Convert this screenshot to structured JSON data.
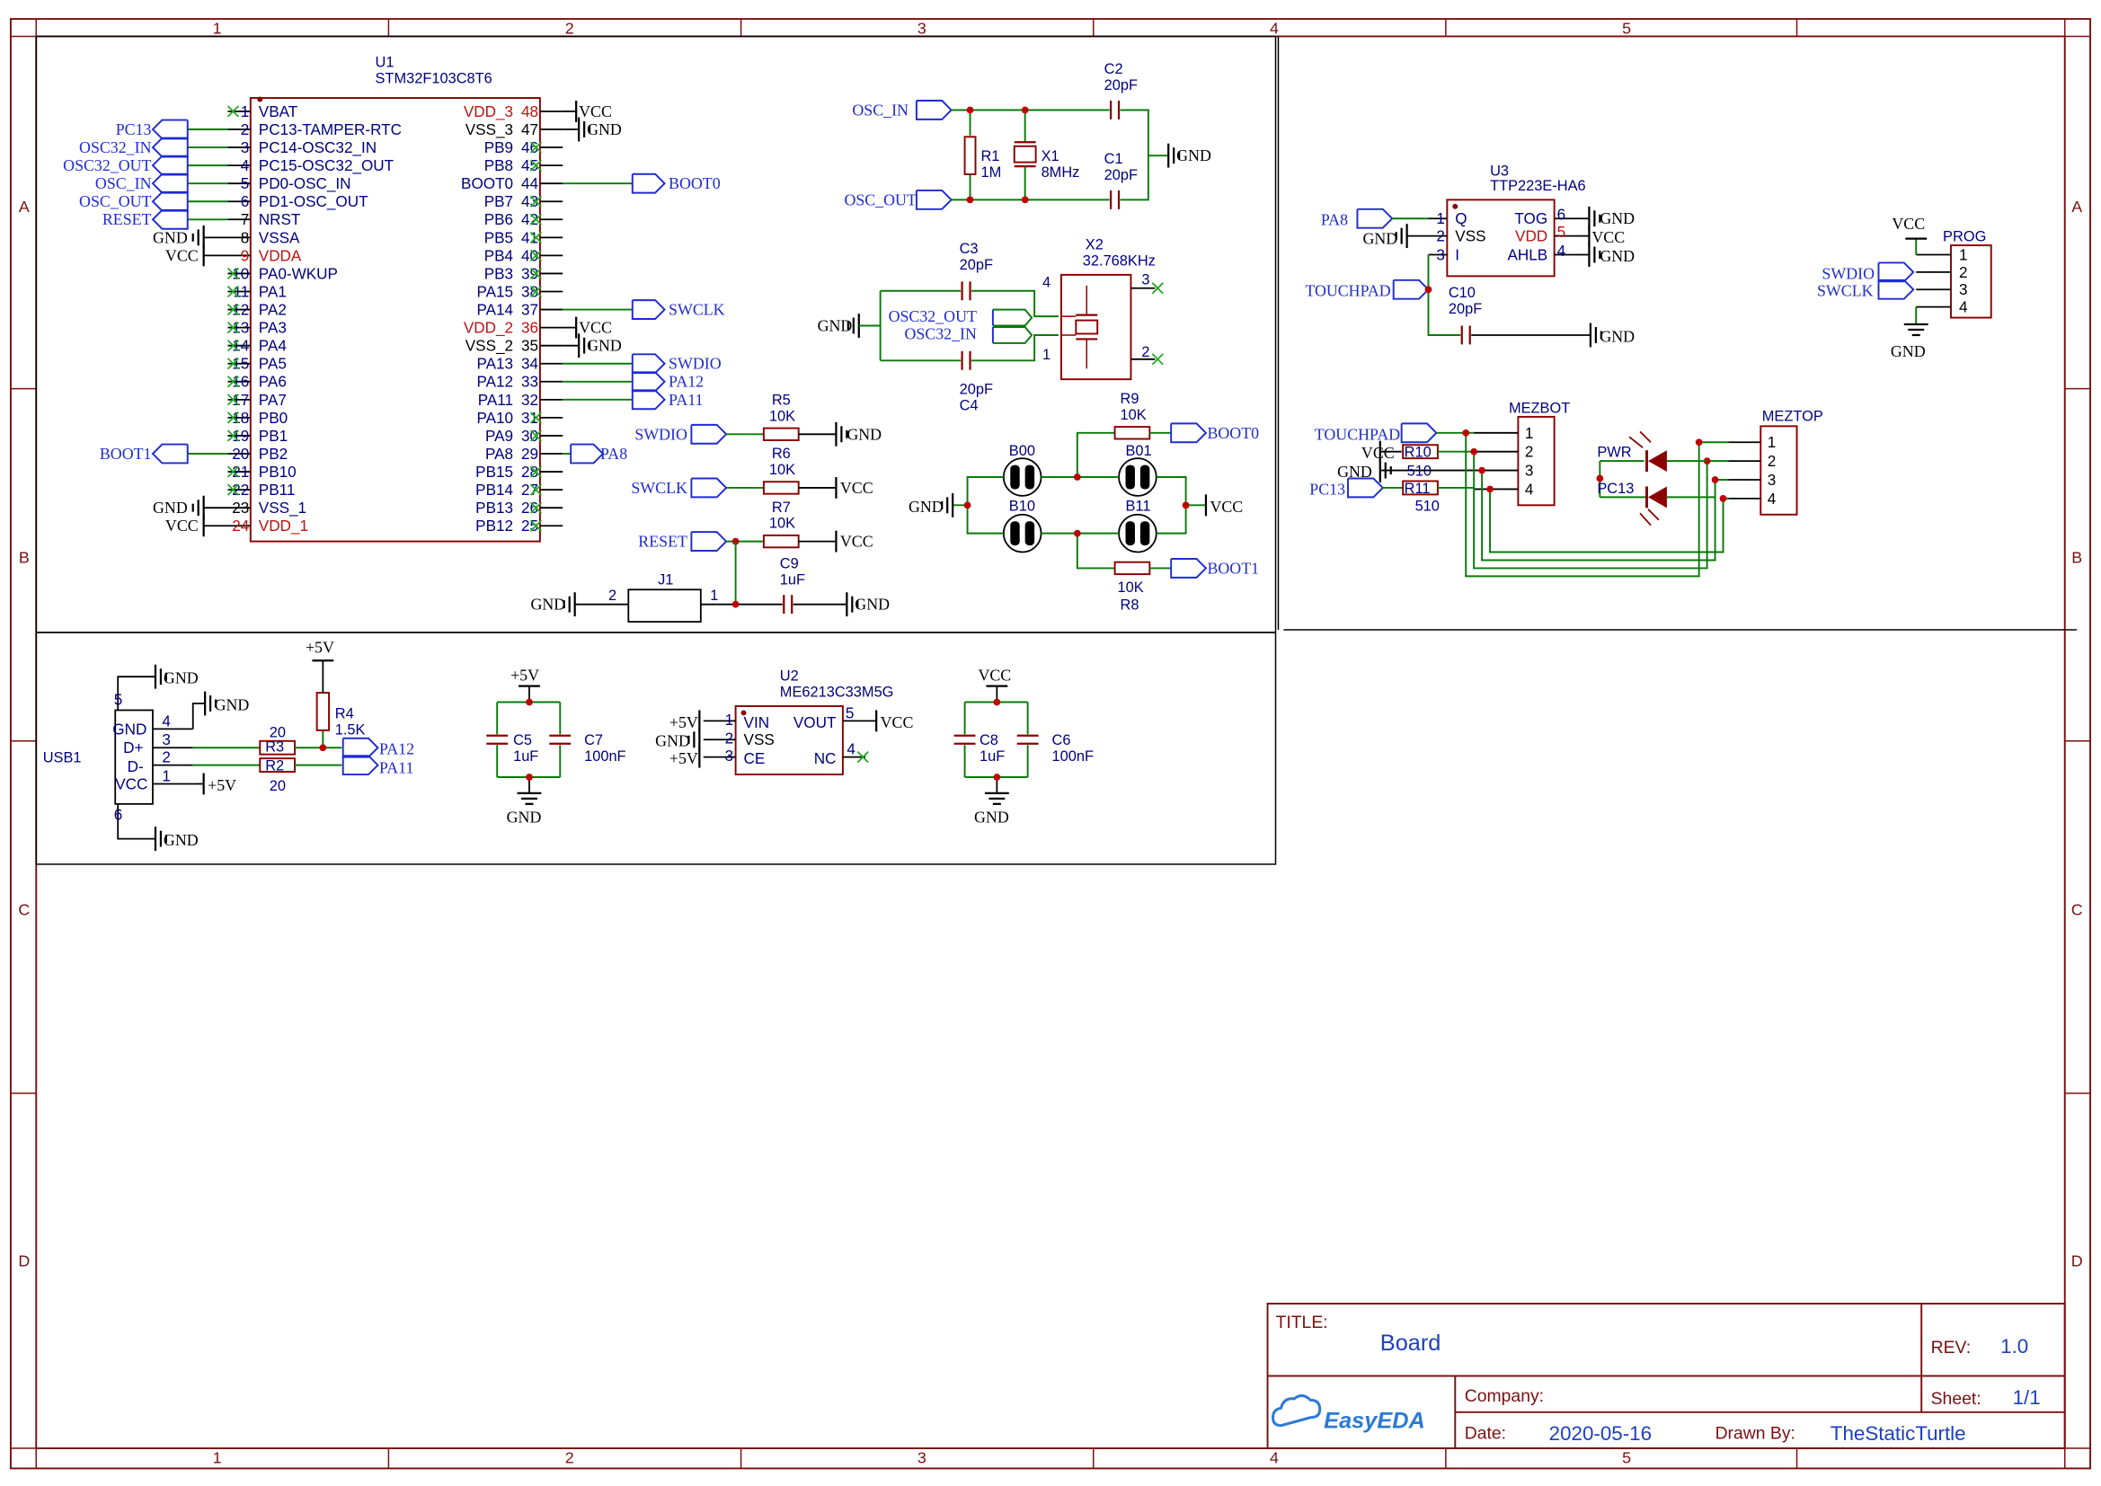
{
  "colors": {
    "frame": "#7a1010",
    "wire": "#0a7a0a",
    "net": "#1f2bd0",
    "pin": "#c01010",
    "comp": "#8b0000",
    "sym": "#000000",
    "pinnum": "#000080"
  },
  "ruler": {
    "cols": [
      "1",
      "2",
      "3",
      "4",
      "5"
    ],
    "rows": [
      "A",
      "B",
      "C",
      "D"
    ]
  },
  "u1": {
    "ref": "U1",
    "part": "STM32F103C8T6",
    "left_pins": [
      {
        "num": "1",
        "name": "VBAT"
      },
      {
        "num": "2",
        "name": "PC13-TAMPER-RTC"
      },
      {
        "num": "3",
        "name": "PC14-OSC32_IN"
      },
      {
        "num": "4",
        "name": "PC15-OSC32_OUT"
      },
      {
        "num": "5",
        "name": "PD0-OSC_IN"
      },
      {
        "num": "6",
        "name": "PD1-OSC_OUT"
      },
      {
        "num": "7",
        "name": "NRST"
      },
      {
        "num": "8",
        "name": "VSSA"
      },
      {
        "num": "9",
        "name": "VDDA"
      },
      {
        "num": "10",
        "name": "PA0-WKUP"
      },
      {
        "num": "11",
        "name": "PA1"
      },
      {
        "num": "12",
        "name": "PA2"
      },
      {
        "num": "13",
        "name": "PA3"
      },
      {
        "num": "14",
        "name": "PA4"
      },
      {
        "num": "15",
        "name": "PA5"
      },
      {
        "num": "16",
        "name": "PA6"
      },
      {
        "num": "17",
        "name": "PA7"
      },
      {
        "num": "18",
        "name": "PB0"
      },
      {
        "num": "19",
        "name": "PB1"
      },
      {
        "num": "20",
        "name": "PB2"
      },
      {
        "num": "21",
        "name": "PB10"
      },
      {
        "num": "22",
        "name": "PB11"
      },
      {
        "num": "23",
        "name": "VSS_1"
      },
      {
        "num": "24",
        "name": "VDD_1"
      }
    ],
    "right_pins": [
      {
        "num": "48",
        "name": "VDD_3"
      },
      {
        "num": "47",
        "name": "VSS_3"
      },
      {
        "num": "46",
        "name": "PB9"
      },
      {
        "num": "45",
        "name": "PB8"
      },
      {
        "num": "44",
        "name": "BOOT0"
      },
      {
        "num": "43",
        "name": "PB7"
      },
      {
        "num": "42",
        "name": "PB6"
      },
      {
        "num": "41",
        "name": "PB5"
      },
      {
        "num": "40",
        "name": "PB4"
      },
      {
        "num": "39",
        "name": "PB3"
      },
      {
        "num": "38",
        "name": "PA15"
      },
      {
        "num": "37",
        "name": "PA14"
      },
      {
        "num": "36",
        "name": "VDD_2"
      },
      {
        "num": "35",
        "name": "VSS_2"
      },
      {
        "num": "34",
        "name": "PA13"
      },
      {
        "num": "33",
        "name": "PA12"
      },
      {
        "num": "32",
        "name": "PA11"
      },
      {
        "num": "31",
        "name": "PA10"
      },
      {
        "num": "30",
        "name": "PA9"
      },
      {
        "num": "29",
        "name": "PA8"
      },
      {
        "num": "28",
        "name": "PB15"
      },
      {
        "num": "27",
        "name": "PB14"
      },
      {
        "num": "26",
        "name": "PB13"
      },
      {
        "num": "25",
        "name": "PB12"
      }
    ],
    "left_nets": [
      "",
      "PC13",
      "OSC32_IN",
      "OSC32_OUT",
      "OSC_IN",
      "OSC_OUT",
      "RESET",
      "GND",
      "VCC",
      "",
      "",
      "",
      "",
      "",
      "",
      "",
      "",
      "",
      "",
      "BOOT1",
      "",
      "",
      "GND",
      "VCC"
    ],
    "right_nets": [
      "VCC",
      "GND",
      "",
      "",
      "BOOT0",
      "",
      "",
      "",
      "",
      "",
      "",
      "SWCLK",
      "VCC",
      "GND",
      "SWDIO",
      "PA12",
      "PA11",
      "",
      "",
      "PA8",
      "",
      "",
      "",
      ""
    ]
  },
  "osc": {
    "osc_in": "OSC_IN",
    "osc_out": "OSC_OUT",
    "r1_ref": "R1",
    "r1_val": "1M",
    "x1_ref": "X1",
    "x1_val": "8MHz",
    "c1_ref": "C1",
    "c1_val": "20pF",
    "c2_ref": "C2",
    "c2_val": "20pF",
    "gnd": "GND"
  },
  "osc32": {
    "c3_ref": "C3",
    "c3_val": "20pF",
    "c4_ref": "C4",
    "c4_val": "20pF",
    "x2_ref": "X2",
    "x2_val": "32.768KHz",
    "gnd": "GND",
    "out": "OSC32_OUT",
    "in": "OSC32_IN",
    "p4": "4",
    "p3": "3",
    "p1": "1",
    "p2": "2"
  },
  "pullups": [
    {
      "net": "SWDIO",
      "ref": "R5",
      "val": "10K",
      "to": "GND"
    },
    {
      "net": "SWCLK",
      "ref": "R6",
      "val": "10K",
      "to": "VCC"
    },
    {
      "net": "RESET",
      "ref": "R7",
      "val": "10K",
      "to": "VCC"
    }
  ],
  "reset": {
    "gnd": "GND",
    "j1": "J1",
    "p2": "2",
    "p1": "1",
    "c9_ref": "C9",
    "c9_val": "1uF",
    "gnd2": "GND"
  },
  "boot": {
    "r9_ref": "R9",
    "r9_val": "10K",
    "boot0": "BOOT0",
    "b00": "B00",
    "b01": "B01",
    "b10": "B10",
    "b11": "B11",
    "gnd": "GND",
    "vcc": "VCC",
    "r8_ref": "R8",
    "r8_val": "10K",
    "boot1": "BOOT1"
  },
  "u3": {
    "ref": "U3",
    "part": "TTP223E-HA6",
    "l1": "Q",
    "l2": "VSS",
    "l3": "I",
    "r6": "TOG",
    "r5": "VDD",
    "r4": "AHLB",
    "n1": "1",
    "n2": "2",
    "n3": "3",
    "n4": "4",
    "n5": "5",
    "n6": "6",
    "pa8": "PA8",
    "gnd": "GND",
    "vcc": "VCC",
    "touch": "TOUCHPAD",
    "c10_ref": "C10",
    "c10_val": "20pF"
  },
  "prog": {
    "ref": "PROG",
    "vcc": "VCC",
    "swdio": "SWDIO",
    "swclk": "SWCLK",
    "gnd": "GND",
    "pins": [
      "1",
      "2",
      "3",
      "4"
    ]
  },
  "mez": {
    "bot": "MEZBOT",
    "top": "MEZTOP",
    "touch": "TOUCHPAD",
    "vcc": "VCC",
    "gnd": "GND",
    "pc13": "PC13",
    "r10": "R10",
    "r11": "R11",
    "r10_val": "510",
    "r11_val": "510",
    "pwr": "PWR",
    "pc13_led": "PC13",
    "pins": [
      "1",
      "2",
      "3",
      "4"
    ]
  },
  "usb": {
    "ref": "USB1",
    "gnd": "GND",
    "dp": "D+",
    "dm": "D-",
    "vcc": "VCC",
    "p4": "4",
    "p3": "3",
    "p2": "2",
    "p1": "1",
    "p5": "5",
    "p6": "6",
    "r3": "R3",
    "r2": "R2",
    "r3_val": "20",
    "r2_val": "20",
    "r4": "R4",
    "r4_val": "1.5K",
    "v5": "+5V",
    "pa12": "PA12",
    "pa11": "PA11",
    "gnd_net": "GND",
    "v5_net": "+5V"
  },
  "caps5v": {
    "v5": "+5V",
    "c5": "C5",
    "c5_val": "1uF",
    "c7": "C7",
    "c7_val": "100nF",
    "gnd": "GND"
  },
  "u2": {
    "ref": "U2",
    "part": "ME6213C33M5G",
    "vin": "VIN",
    "vss": "VSS",
    "ce": "CE",
    "vout": "VOUT",
    "nc": "NC",
    "p1": "1",
    "p2": "2",
    "p3": "3",
    "p5": "5",
    "p4": "4",
    "v5a": "+5V",
    "gnd": "GND",
    "v5b": "+5V",
    "vcc": "VCC"
  },
  "capsvcc": {
    "vcc": "VCC",
    "c8": "C8",
    "c8_val": "1uF",
    "c6": "C6",
    "c6_val": "100nF",
    "gnd": "GND"
  },
  "title_block": {
    "title_label": "TITLE:",
    "title": "Board",
    "rev_label": "REV:",
    "rev": "1.0",
    "company_label": "Company:",
    "sheet_label": "Sheet:",
    "sheet": "1/1",
    "date_label": "Date:",
    "date": "2020-05-16",
    "drawn_label": "Drawn By:",
    "drawn": "TheStaticTurtle",
    "logo": "EasyEDA"
  }
}
